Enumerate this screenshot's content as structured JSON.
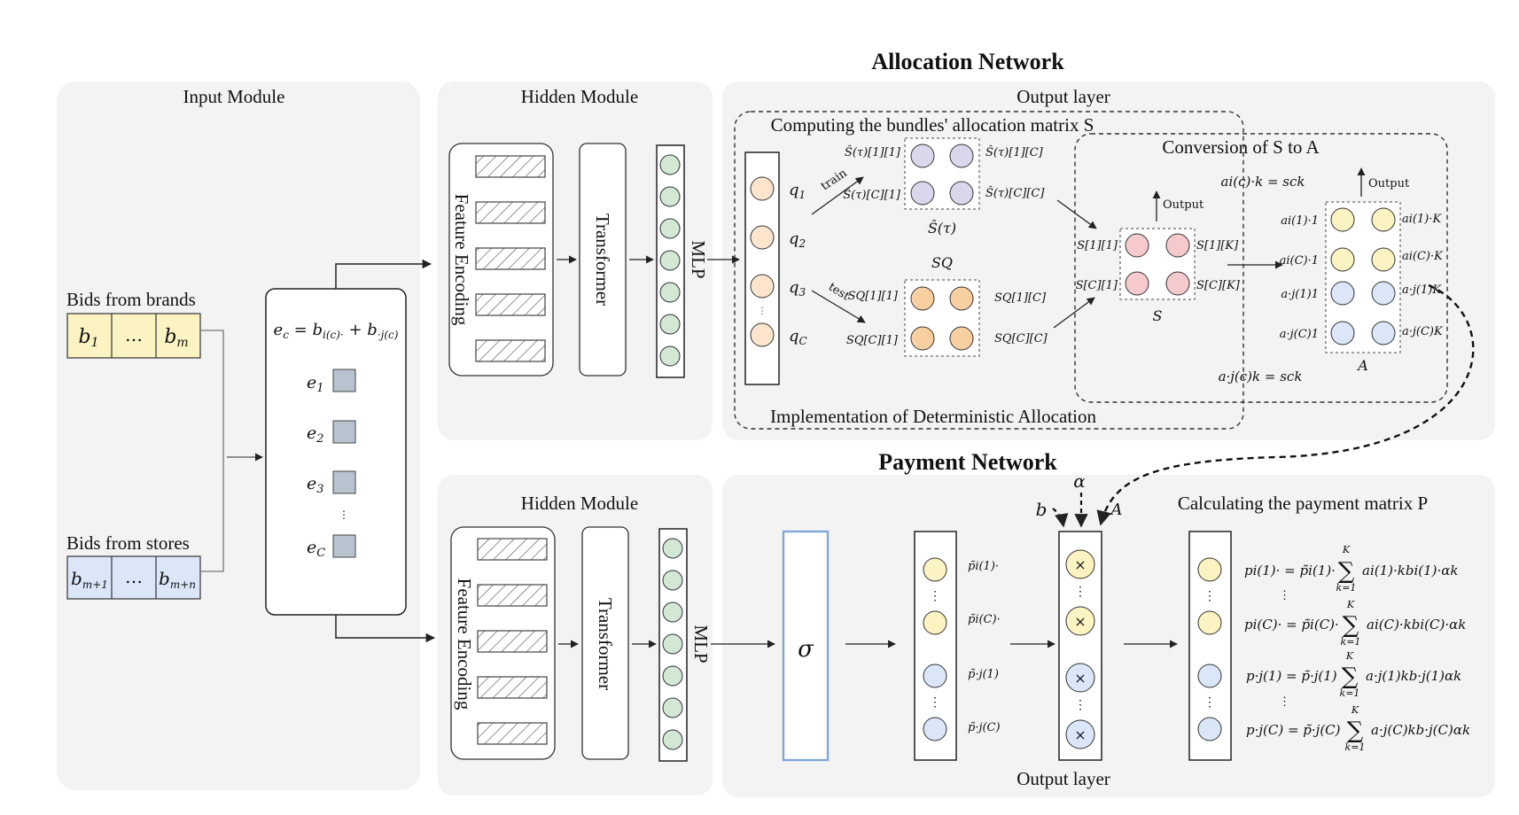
{
  "titles": {
    "allocation": "Allocation  Network",
    "payment": "Payment  Network"
  },
  "input_module": {
    "title": "Input Module",
    "brands_label": "Bids from brands",
    "stores_label": "Bids from stores",
    "brand_cells": [
      "b1",
      "…",
      "bm"
    ],
    "store_cells": [
      "bm+1",
      "…",
      "bm+n"
    ],
    "embedding_formula": "ec = bi(c)· + b·j(c)",
    "embeddings": [
      "e1",
      "e2",
      "e3",
      "⋮",
      "eC"
    ]
  },
  "hidden_module": {
    "title": "Hidden Module",
    "feature_encoding": "Feature Encoding",
    "transformer": "Transformer",
    "mlp": "MLP"
  },
  "allocation": {
    "output_layer": "Output layer",
    "computing_title": "Computing the bundles' allocation matrix S",
    "conversion_title": "Conversion of S to A",
    "implementation": "Implementation of Deterministic Allocation",
    "q_labels": [
      "q1",
      "q2",
      "q3",
      "qC"
    ],
    "train": "train",
    "test": "test",
    "s_hat_tl": "Ŝ(τ)[1][1]",
    "s_hat_tr": "Ŝ(τ)[1][C]",
    "s_hat_bl": "Ŝ(τ)[C][1]",
    "s_hat_br": "Ŝ(τ)[C][C]",
    "s_hat_caption": "Ŝ(τ)",
    "s_q_caption": "SQ",
    "s_q_tl": "SQ[1][1]",
    "s_q_tr": "SQ[1][C]",
    "s_q_bl": "SQ[C][1]",
    "s_q_br": "SQ[C][C]",
    "s_tl": "S[1][1]",
    "s_tr": "S[1][K]",
    "s_bl": "S[C][1]",
    "s_br": "S[C][K]",
    "s_caption": "S",
    "output_word": "Output",
    "a_formula_top": "ai(c)·k = sck",
    "a_formula_bottom": "a·j(c)k = sck",
    "a_left": [
      "ai(1)·1",
      "ai(C)·1",
      "a·j(1)1",
      "a·j(C)1"
    ],
    "a_right": [
      "ai(1)·K",
      "ai(C)·K",
      "a·j(1)K",
      "a·j(C)K"
    ],
    "a_caption": "A"
  },
  "payment": {
    "sigma": "σ",
    "p_tilde": [
      "p̃i(1)·",
      "p̃i(C)·",
      "p̃·j(1)",
      "p̃·j(C)"
    ],
    "b_label": "b",
    "alpha_label": "α",
    "a_label": "A",
    "times": "×",
    "matrix_title": "Calculating the payment matrix P",
    "output_layer": "Output layer",
    "formulas": [
      {
        "lhs": "pi(1)· = p̃i(1)·",
        "rhs": "ai(1)·kbi(1)·αk"
      },
      {
        "lhs": "pi(C)· = p̃i(C)·",
        "rhs": "ai(C)·kbi(C)·αk"
      },
      {
        "lhs": "p·j(1) = p̃·j(1)",
        "rhs": "a·j(1)kb·j(1)αk"
      },
      {
        "lhs": "p·j(C) = p̃·j(C)",
        "rhs": "a·j(C)kb·j(C)αk"
      }
    ],
    "sum_top": "K",
    "sum_sign": "∑",
    "sum_bottom": "k=1"
  },
  "colors": {
    "panel": "#f3f3f3",
    "yellow": "#fbf3c1",
    "blue": "#dbe6f9",
    "orange": "#f8cfa0",
    "peach": "#fde5cd",
    "lavender": "#dcd6ea",
    "pink": "#f6c9cc",
    "green": "#d2e8d4",
    "grey_square": "#b8c3cf",
    "sigma_border": "#7fa8d6"
  }
}
